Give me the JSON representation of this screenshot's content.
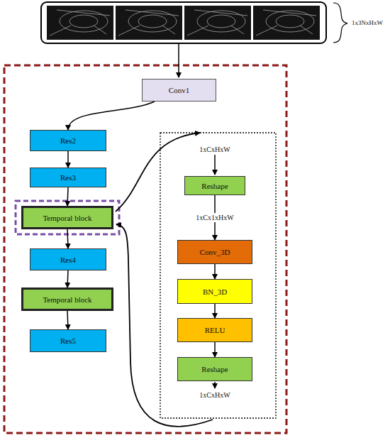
{
  "diagram": {
    "nodes": [
      {
        "text": [
          "Conv1"
        ]
      },
      {
        "text": [
          "Res2"
        ]
      },
      {
        "text": [
          "Res3"
        ]
      },
      {
        "text": [
          "Temporal block"
        ]
      },
      {
        "text": [
          "Res4"
        ]
      },
      {
        "text": [
          "Temporal block"
        ]
      },
      {
        "text": [
          "Res5"
        ]
      },
      {
        "text": [
          "Reshape"
        ]
      },
      {
        "text": [
          "Conv_3D"
        ]
      },
      {
        "text": [
          "BN_3D"
        ]
      },
      {
        "text": [
          "RELU"
        ]
      },
      {
        "text": [
          "Reshape"
        ]
      }
    ],
    "edges": [
      {
        "from": 0,
        "to": 1,
        "arrow": "to"
      },
      {
        "from": 1,
        "to": 2,
        "arrow": "to"
      },
      {
        "from": 2,
        "to": 3,
        "arrow": "to"
      },
      {
        "from": 3,
        "to": 4,
        "arrow": "to"
      },
      {
        "from": 4,
        "to": 5,
        "arrow": "to"
      },
      {
        "from": 5,
        "to": 6,
        "arrow": "to"
      },
      {
        "from": 7,
        "to": 8,
        "label": "1xCx1xHxW",
        "arrow": "to"
      },
      {
        "from": 8,
        "to": 9,
        "arrow": "to"
      },
      {
        "from": 9,
        "to": 10,
        "arrow": "to"
      },
      {
        "from": 10,
        "to": 11,
        "arrow": "to"
      }
    ],
    "labels": [
      "1x3NxHxW",
      "1xCxHxW",
      "1xCxHxW"
    ]
  }
}
